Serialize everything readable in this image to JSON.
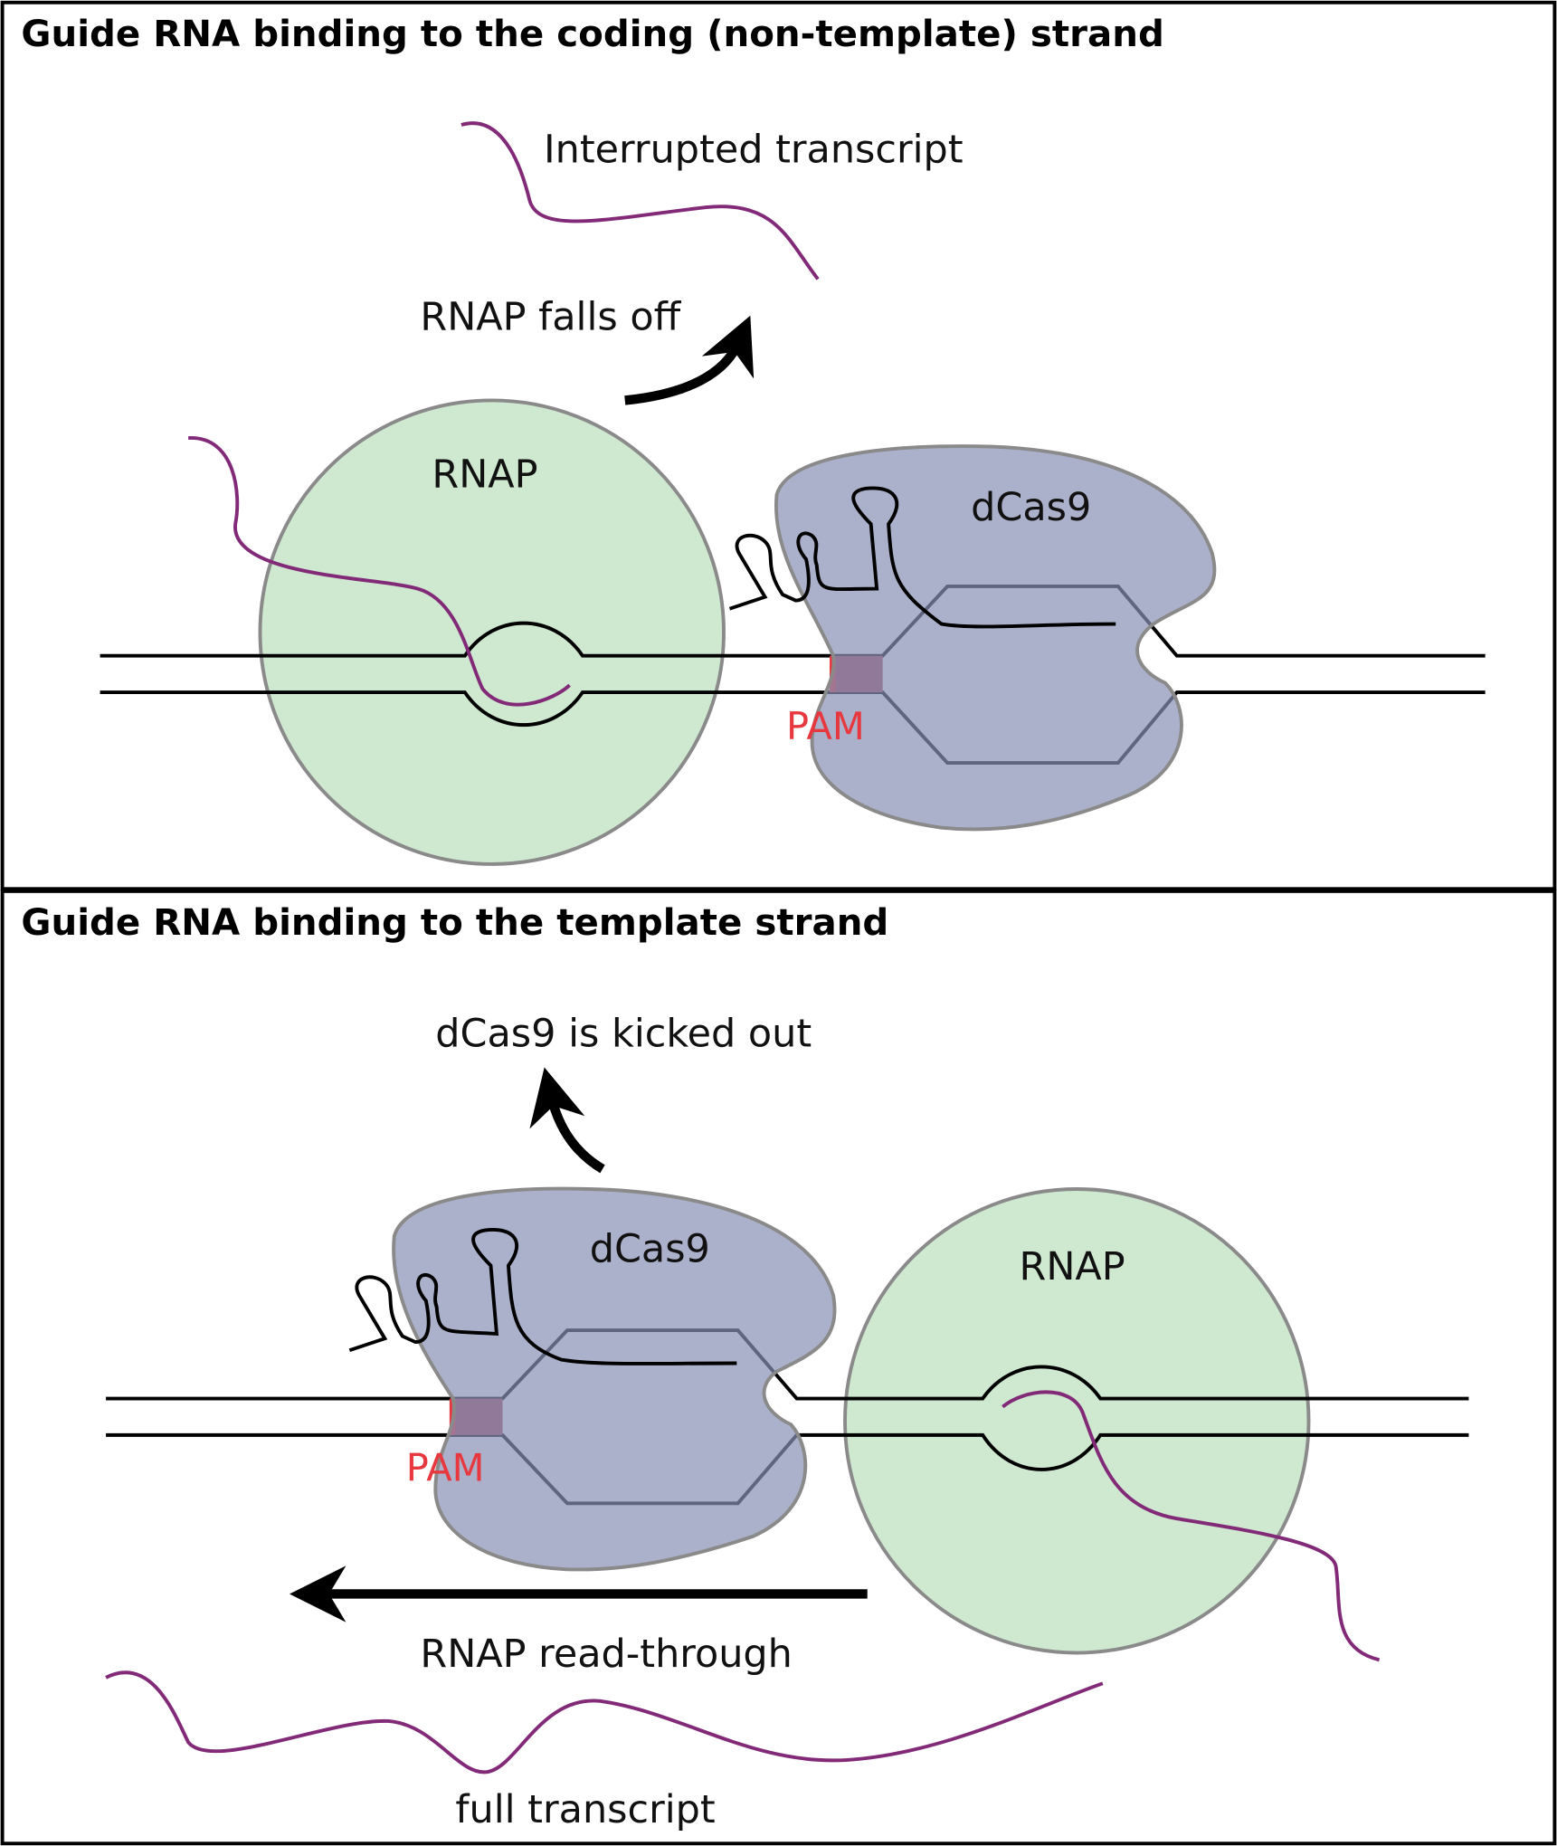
{
  "top_panel": {
    "title": "Guide RNA binding to the coding (non-template) strand",
    "transcript_label": "Interrupted transcript",
    "arrow_label": "RNAP falls off",
    "rnap_label": "RNAP",
    "dcas9_label": "dCas9",
    "pam_label": "PAM"
  },
  "bottom_panel": {
    "title": "Guide RNA binding to the template strand",
    "arrow_label": "dCas9 is kicked out",
    "dcas9_label": "dCas9",
    "rnap_label": "RNAP",
    "pam_label": "PAM",
    "readthrough_label": "RNAP read-through",
    "transcript_label": "full transcript"
  },
  "colors": {
    "rnap": "#cfe8d0",
    "dcas9": "#8890b4",
    "rna": "#822a78",
    "pam": "#a8435a",
    "pam_text": "#e8383f"
  }
}
